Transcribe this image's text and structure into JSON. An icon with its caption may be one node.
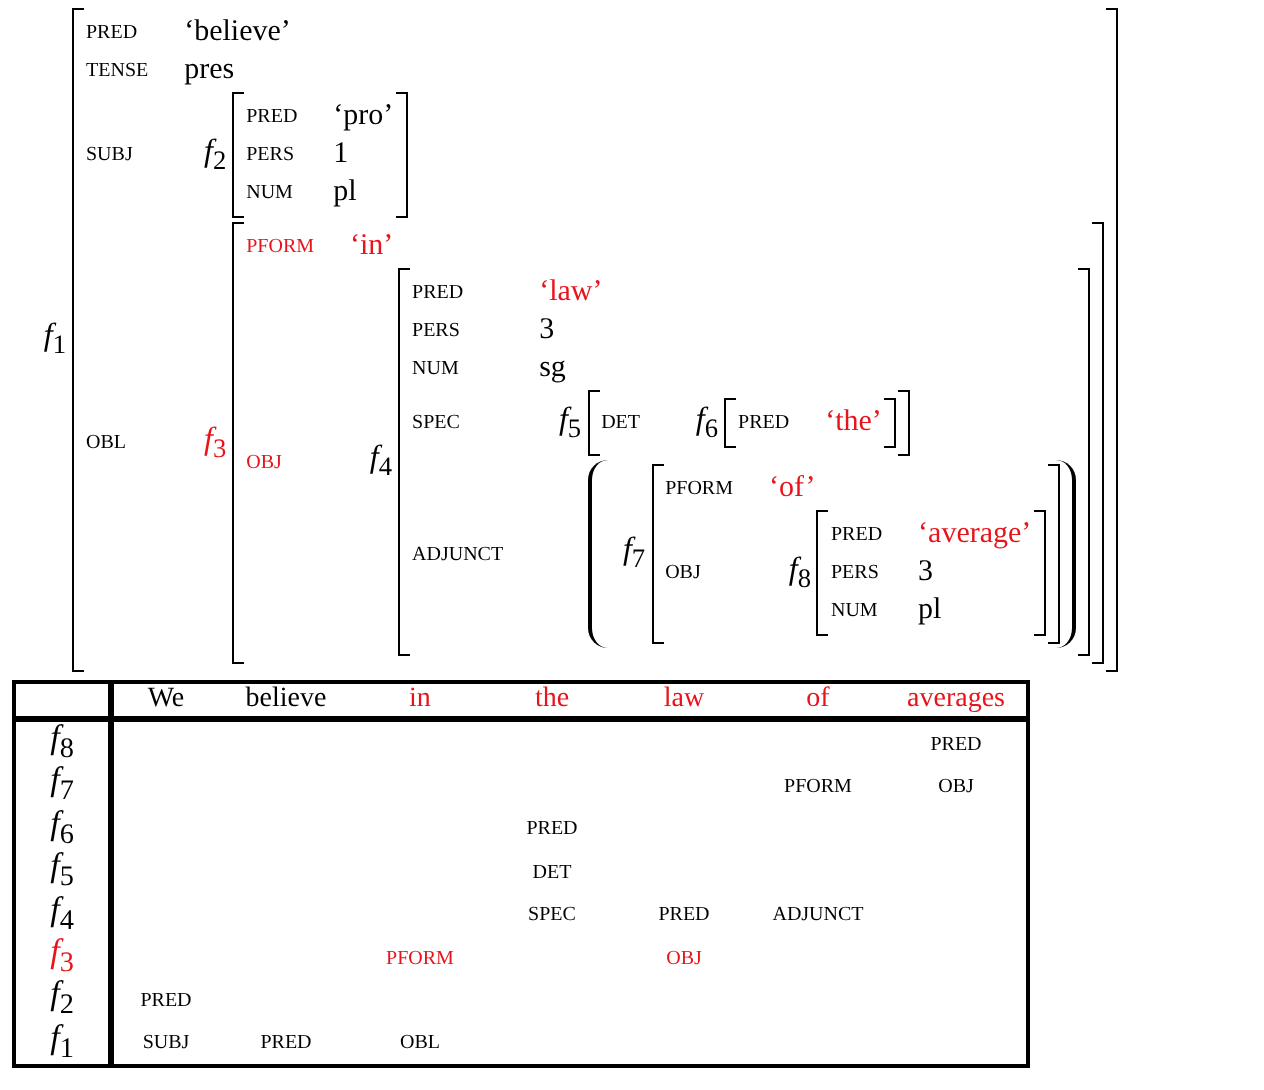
{
  "diagram": {
    "nodes": [
      {
        "text": [
          "PRED",
          "‘believe’",
          "TENSE",
          "pres",
          "SUBJ",
          "OBL"
        ],
        "beside": [
          "*f*$_{1}$"
        ]
      },
      {
        "text": [
          "PRED",
          "‘pro’",
          "PERS",
          "1",
          "NUM",
          "pl"
        ],
        "beside": [
          "*f*$_{2}$"
        ],
        "in": 0
      },
      {
        "text": [
          "PFORM",
          "‘in’",
          "OBJ"
        ],
        "beside": [
          "*f*$_{3}$"
        ],
        "in": 0
      },
      {
        "text": [
          "PRED",
          "‘law’",
          "PERS",
          "3",
          "NUM",
          "sg",
          "SPEC",
          "ADJUNCT"
        ],
        "beside": [
          "*f*$_{4}$"
        ],
        "in": 2
      },
      {
        "text": [
          "DET"
        ],
        "beside": [
          "*f*$_{5}$"
        ],
        "in": 3
      },
      {
        "text": [
          "PRED",
          "‘the’"
        ],
        "beside": [
          "*f*$_{6}$"
        ],
        "in": 4
      },
      {
        "text": [
          "PFORM",
          "‘of’",
          "OBJ"
        ],
        "beside": [
          "*f*$_{7}$"
        ],
        "in": 3
      },
      {
        "text": [
          "PRED",
          "‘average’",
          "PERS",
          "3",
          "NUM",
          "pl"
        ],
        "beside": [
          "*f*$_{8}$"
        ],
        "in": 6
      }
    ],
    "edges": [],
    "labels": [
      "We",
      "believe",
      "in",
      "the",
      "law",
      "of",
      "averages",
      "*f*$_{8}$",
      "PRED",
      "*f*$_{7}$",
      "PFORM",
      "OBJ",
      "*f*$_{6}$",
      "PRED",
      "*f*$_{5}$",
      "DET",
      "*f*$_{4}$",
      "SPEC",
      "PRED",
      "ADJUNCT",
      "*f*$_{3}$",
      "PFORM",
      "OBJ",
      "*f*$_{2}$",
      "PRED",
      "*f*$_{1}$",
      "SUBJ",
      "PRED",
      "OBL"
    ]
  }
}
